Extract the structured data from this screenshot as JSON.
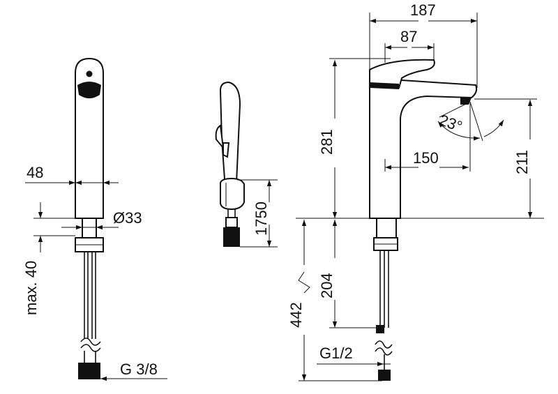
{
  "diagram": {
    "front_view": {
      "width_label": "48",
      "diameter_label": "Ø33",
      "max_label": "max. 40",
      "thread_label": "G 3/8"
    },
    "hand_shower": {
      "hose_label": "1750"
    },
    "side_view": {
      "total_depth_label": "187",
      "handle_label": "87",
      "reach_label": "150",
      "angle_label": "23°",
      "height_label": "281",
      "spout_height_label": "211",
      "below_label": "204",
      "total_below_label": "442",
      "thread_label": "G1/2"
    }
  }
}
